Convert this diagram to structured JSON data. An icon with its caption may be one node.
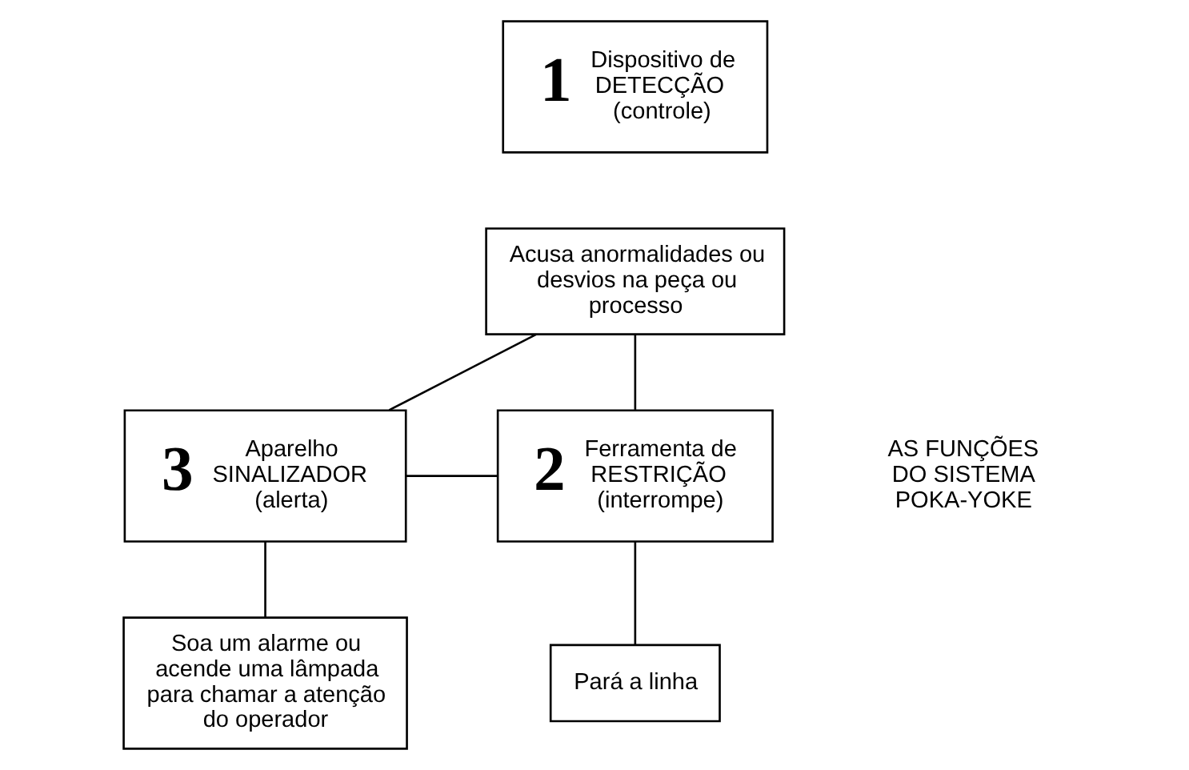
{
  "diagram": {
    "nodes": [
      {
        "text": [
          "1",
          "Dispositivo de DETECÇÃO (controle)"
        ]
      },
      {
        "text": [
          "Acusa anormalidades ou desvios na peça ou processo"
        ]
      },
      {
        "text": [
          "3",
          "Aparelho SINALIZADOR (alerta)"
        ]
      },
      {
        "text": [
          "Soa um alarme ou acende uma lâmpada para chamar a atenção do operador"
        ]
      },
      {
        "text": [
          "2",
          "Ferramenta de RESTRIÇÃO (interrompe)"
        ]
      },
      {
        "text": [
          "Pará a linha"
        ]
      }
    ],
    "edges": [
      {
        "from": 1,
        "to": 2,
        "arrow": "none"
      },
      {
        "from": 1,
        "to": 4,
        "arrow": "none"
      },
      {
        "from": 2,
        "to": 4,
        "arrow": "none"
      },
      {
        "from": 2,
        "to": 3,
        "arrow": "none"
      },
      {
        "from": 4,
        "to": 5,
        "arrow": "none"
      }
    ],
    "labels": [
      "AS FUNÇÕES DO SISTEMA POKA-YOKE"
    ]
  }
}
